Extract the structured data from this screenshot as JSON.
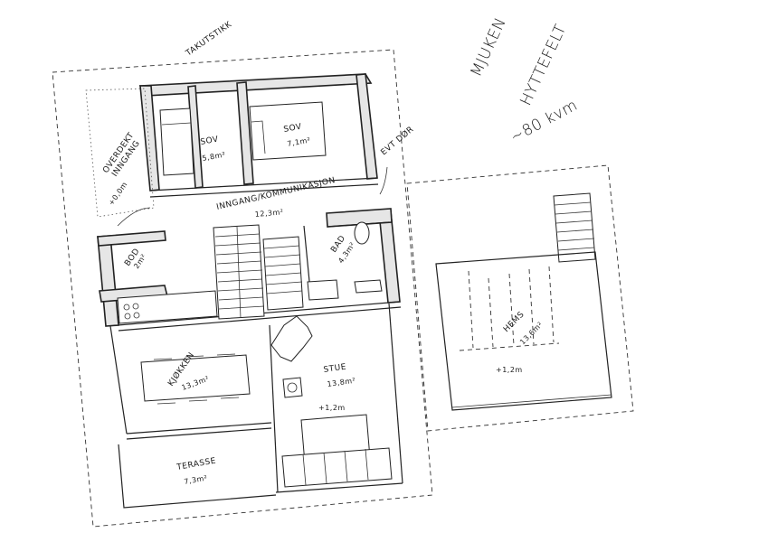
{
  "title": {
    "line1": "MJUKEN",
    "line2": "HYTTEFELT",
    "area": "~80 kvm"
  },
  "annotations": {
    "top_label": "TAKUTSTIKK",
    "outdoor_label_1": "OVERDEKT",
    "outdoor_label_2": "INNGANG",
    "outdoor_level": "+0,0m",
    "door_label": "EVT DØR",
    "hems_level": "+1,2m",
    "stue_level": "+1,2m"
  },
  "rooms": [
    {
      "name": "SOV",
      "area": "5,8m²"
    },
    {
      "name": "SOV",
      "area": "7,1m²"
    },
    {
      "name": "INNGANG/KOMMUNIKASJON",
      "area": "12,3m²"
    },
    {
      "name": "BOD",
      "area": "2m²"
    },
    {
      "name": "BAD",
      "area": "4,3m²"
    },
    {
      "name": "KJØKKEN",
      "area": "13,3m²"
    },
    {
      "name": "STUE",
      "area": "13,8m²"
    },
    {
      "name": "TERASSE",
      "area": "7,3m²"
    },
    {
      "name": "HEMS",
      "area": "13,6m²"
    }
  ],
  "colors": {
    "ink": "#1a1a1a",
    "wall_fill": "#e6e6e6",
    "paper": "#ffffff"
  }
}
